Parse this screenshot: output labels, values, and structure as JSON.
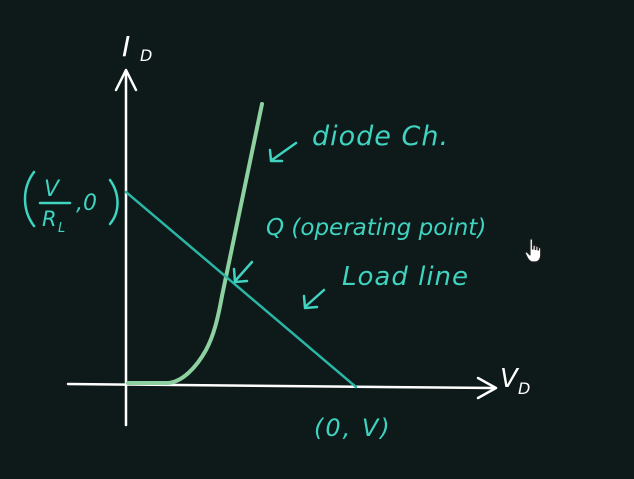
{
  "diagram": {
    "axis_y_label": "I",
    "axis_y_subscript": "D",
    "axis_x_label": "V",
    "axis_x_subscript": "D",
    "intercept_y_label": {
      "numerator": "V",
      "denominator": "R",
      "denominator_subscript": "L",
      "suffix": ",0"
    },
    "intercept_x_label": "(0, V)",
    "curve_label": "diode Ch.",
    "q_point_label": "Q (operating point)",
    "load_line_label": "Load line"
  },
  "colors": {
    "background": "#0d1a19",
    "axes": "#ffffff",
    "diode_curve": "#8ed1a0",
    "load_line": "#2ab5a6",
    "annotations": "#3fd3c0"
  }
}
